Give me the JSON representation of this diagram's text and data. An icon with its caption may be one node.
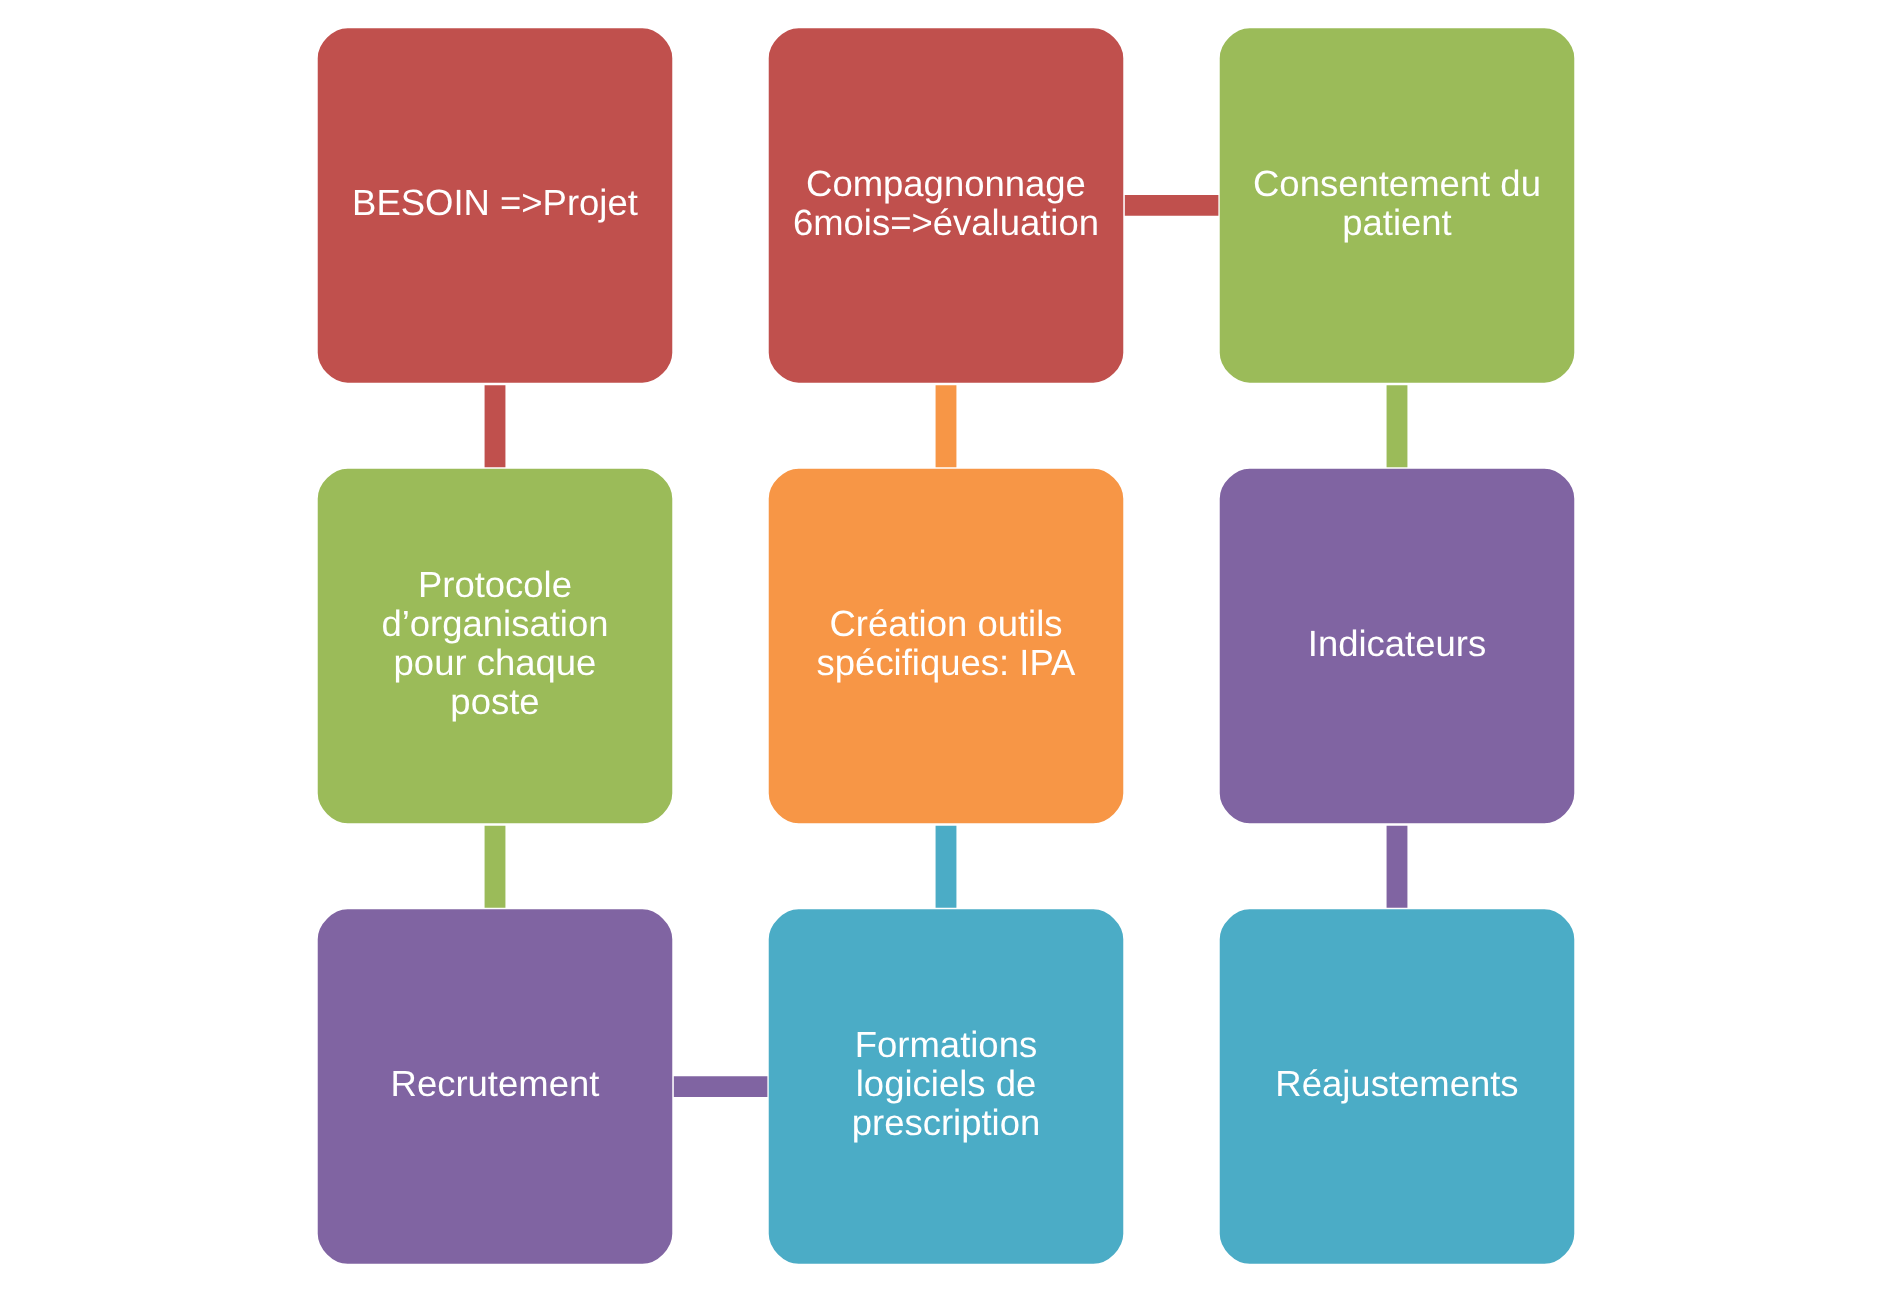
{
  "diagram": {
    "nodes": [
      {
        "text": [
          "BESOIN =>Projet"
        ]
      },
      {
        "text": [
          "Compagnonnage 6mois=>évaluation"
        ]
      },
      {
        "text": [
          "Consentement du patient"
        ]
      },
      {
        "text": [
          "Protocole d’organisation pour chaque poste"
        ]
      },
      {
        "text": [
          "Création outils spécifiques: IPA"
        ]
      },
      {
        "text": [
          "Indicateurs"
        ]
      },
      {
        "text": [
          "Recrutement"
        ]
      },
      {
        "text": [
          "Formations logiciels de prescription"
        ]
      },
      {
        "text": [
          "Réajustements"
        ]
      }
    ],
    "edges": [
      {
        "from": 0,
        "to": 3,
        "arrow": "none",
        "color": "#c0504d"
      },
      {
        "from": 3,
        "to": 6,
        "arrow": "none",
        "color": "#9bbb59"
      },
      {
        "from": 6,
        "to": 7,
        "arrow": "none",
        "color": "#8064a2"
      },
      {
        "from": 7,
        "to": 4,
        "arrow": "none",
        "color": "#4bacc6"
      },
      {
        "from": 4,
        "to": 1,
        "arrow": "none",
        "color": "#f79646"
      },
      {
        "from": 1,
        "to": 2,
        "arrow": "none",
        "color": "#c0504d"
      },
      {
        "from": 2,
        "to": 5,
        "arrow": "none",
        "color": "#9bbb59"
      },
      {
        "from": 5,
        "to": 8,
        "arrow": "none",
        "color": "#8064a2"
      }
    ]
  }
}
